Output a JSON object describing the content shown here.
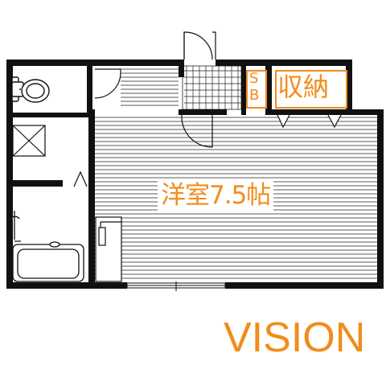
{
  "floorplan": {
    "room_label": "洋室7.5帖",
    "closet_label": "収納",
    "shoe_box_label": [
      "S",
      "B"
    ]
  },
  "brand": "VISION",
  "colors": {
    "wall": "#111111",
    "accent": "#F28C1C",
    "background": "#ffffff"
  }
}
